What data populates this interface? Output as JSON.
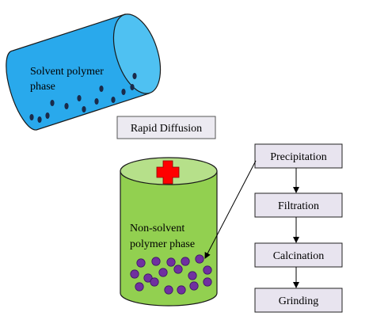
{
  "solvent_label": [
    "Solvent polymer",
    "phase"
  ],
  "rapid_diffusion": "Rapid Diffusion",
  "nonsolvent_label": [
    "Non-solvent",
    "polymer phase"
  ],
  "steps": [
    "Precipitation",
    "Filtration",
    "Calcination",
    "Grinding"
  ],
  "colors": {
    "solvent_body": "#29A9EC",
    "solvent_end": "#4FC1F2",
    "solvent_dots": "#1A2B4A",
    "nonsolvent_body": "#92D050",
    "nonsolvent_top": "#B6E08A",
    "particles": "#7030A0",
    "cross": "#FF0000",
    "step_box": "#E8E4EF",
    "label_box": "#ECEAF1"
  },
  "icons": [
    "red-cross-icon"
  ]
}
